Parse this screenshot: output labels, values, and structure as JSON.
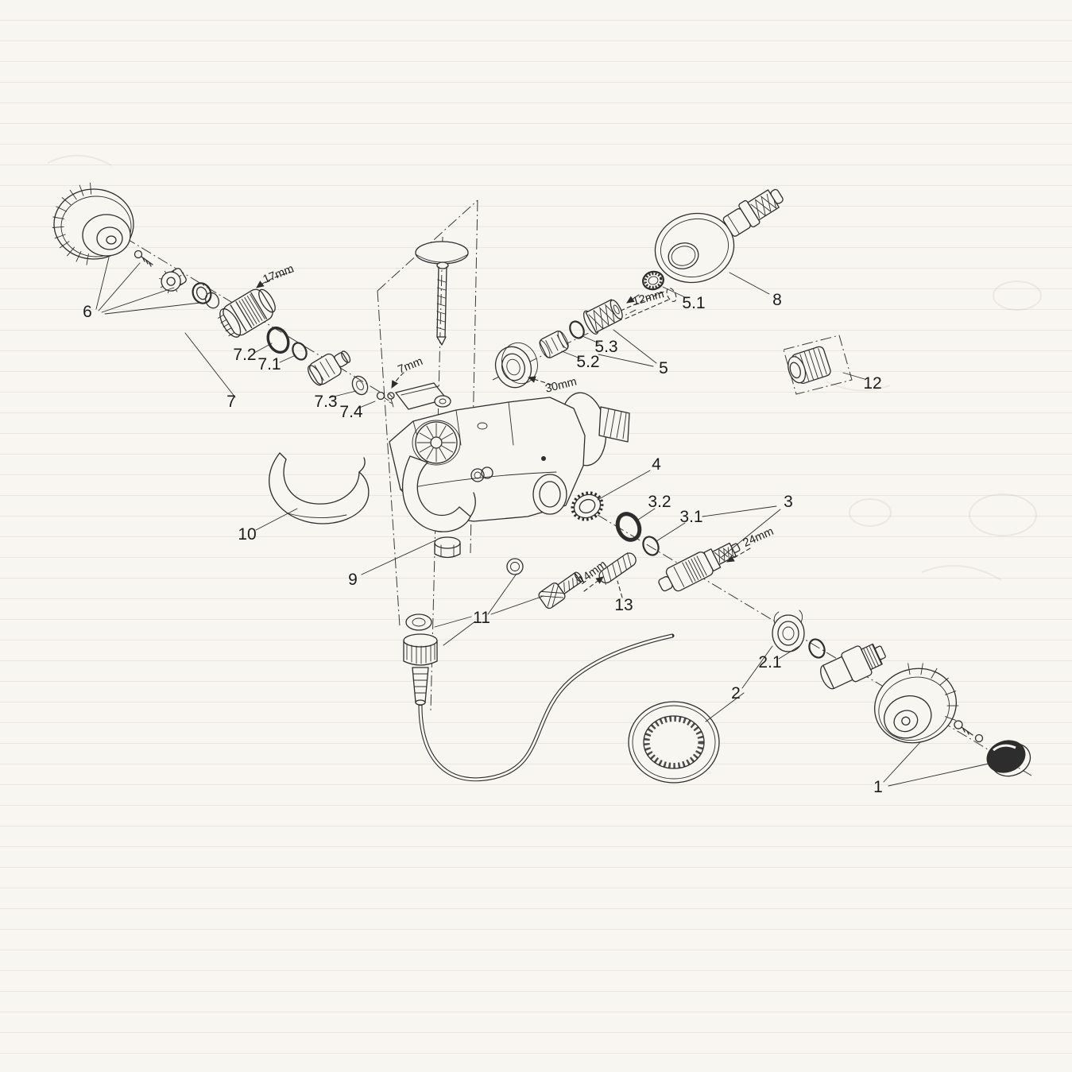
{
  "colors": {
    "paper": "#f8f6f1",
    "ink": "#2d2d2d",
    "ghost": "#b9b4a6"
  },
  "diagram": {
    "type": "exploded-parts-diagram",
    "part_labels": {
      "p1": "1",
      "p2": "2",
      "p2_1": "2.1",
      "p3": "3",
      "p3_1": "3.1",
      "p3_2": "3.2",
      "p4": "4",
      "p5": "5",
      "p5_1": "5.1",
      "p5_2": "5.2",
      "p5_3": "5.3",
      "p6": "6",
      "p7": "7",
      "p7_1": "7.1",
      "p7_2": "7.2",
      "p7_3": "7.3",
      "p7_4": "7.4",
      "p8": "8",
      "p9": "9",
      "p10": "10",
      "p11": "11",
      "p12": "12",
      "p13": "13"
    },
    "dimension_labels": {
      "d17": "17mm",
      "d7": "7mm",
      "d12": "12mm",
      "d30": "30mm",
      "d24": "24mm",
      "d14": "14mm"
    }
  }
}
